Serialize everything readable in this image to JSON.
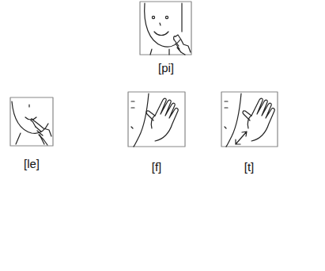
{
  "diagram": {
    "labels": [
      "[pi]",
      "[le]",
      "[f]",
      "[t]"
    ]
  }
}
